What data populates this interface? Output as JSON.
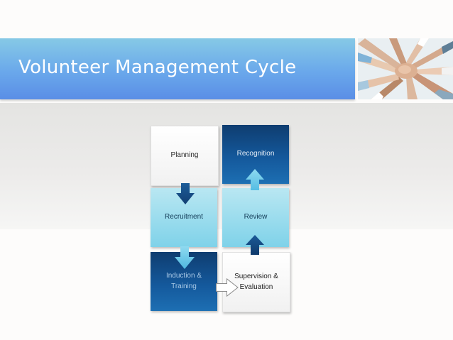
{
  "header": {
    "title": "Volunteer Management Cycle",
    "photo_icon": "team-hands-photo"
  },
  "colors": {
    "title_bar": "#6aa8eb",
    "dark_tile": "#14589b",
    "light_tile": "#7fd2e9",
    "white_tile": "#ffffff"
  },
  "cycle": {
    "planning": "Planning",
    "recognition": "Recognition",
    "recruitment": "Recruitment",
    "review": "Review",
    "induction": "Induction &\nTraining",
    "supervision": "Supervision &\nEvaluation"
  },
  "arrows": [
    {
      "from": "Planning",
      "to": "Recruitment",
      "direction": "down"
    },
    {
      "from": "Recruitment",
      "to": "Induction & Training",
      "direction": "down"
    },
    {
      "from": "Induction & Training",
      "to": "Supervision & Evaluation",
      "direction": "right"
    },
    {
      "from": "Supervision & Evaluation",
      "to": "Review",
      "direction": "up"
    },
    {
      "from": "Review",
      "to": "Recognition",
      "direction": "up"
    }
  ]
}
